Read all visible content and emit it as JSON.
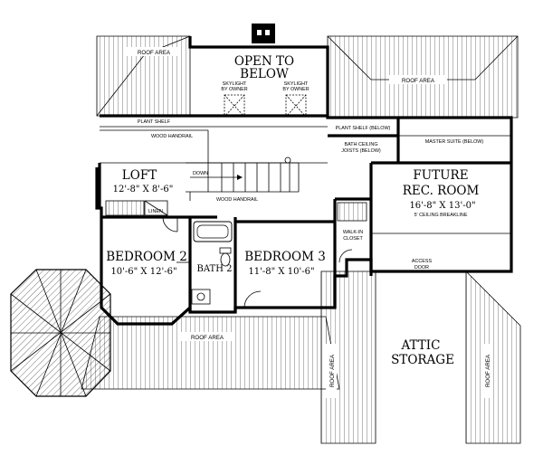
{
  "rooms": {
    "open_to_below": [
      "OPEN TO",
      "BELOW"
    ],
    "loft": {
      "name": "LOFT",
      "size": "12'-8\" X 8'-6\""
    },
    "future_rec_room": {
      "name": [
        "FUTURE",
        "REC. ROOM"
      ],
      "size": "16'-8\" X 13'-0\"",
      "note": "5' CEILING BREAKLINE"
    },
    "bedroom2": {
      "name": "BEDROOM 2",
      "size": "10'-6\" X 12'-6\""
    },
    "bedroom3": {
      "name": "BEDROOM 3",
      "size": "11'-8\" X 10'-6\""
    },
    "bath2": "BATH 2",
    "attic_storage": [
      "ATTIC",
      "STORAGE"
    ]
  },
  "labels": {
    "roof_area": "ROOF AREA",
    "skylight": [
      "SKYLIGHT",
      "BY OWNER"
    ],
    "plant_shelf": "PLANT SHELF",
    "wood_handrail": "WOOD HANDRAIL",
    "down": "DOWN",
    "plant_shelf_below": "PLANT SHELF (BELOW)",
    "bath_ceiling": [
      "BATH CEILING",
      "JOISTS (BELOW)"
    ],
    "master_suite_below": "MASTER SUITE (BELOW)",
    "linen": "LINEN",
    "walk_in_closet": [
      "WALK-IN",
      "CLOSET"
    ],
    "access_door": [
      "ACCESS",
      "DOOR"
    ]
  }
}
